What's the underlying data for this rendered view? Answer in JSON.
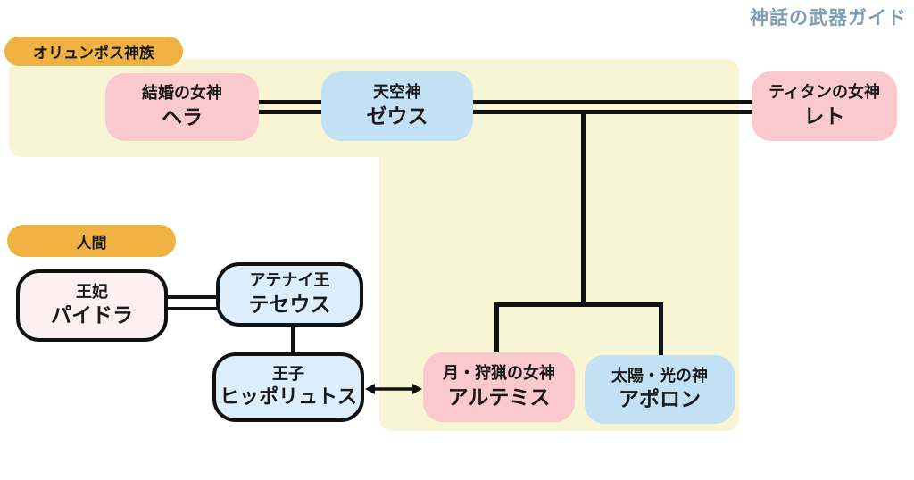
{
  "page": {
    "title": "神話の武器ガイド"
  },
  "groups": {
    "olympus": {
      "label": "オリュンポス神族"
    },
    "human": {
      "label": "人間"
    }
  },
  "persons": {
    "hera": {
      "role": "結婚の女神",
      "name": "ヘラ"
    },
    "zeus": {
      "role": "天空神",
      "name": "ゼウス"
    },
    "leto": {
      "role": "ティタンの女神",
      "name": "レト"
    },
    "phaedra": {
      "role": "王妃",
      "name": "パイドラ"
    },
    "theseus": {
      "role": "アテナイ王",
      "name": "テセウス"
    },
    "hippolytus": {
      "role": "王子",
      "name": "ヒッポリュトス"
    },
    "artemis": {
      "role": "月・狩猟の女神",
      "name": "アルテミス"
    },
    "apollo": {
      "role": "太陽・光の神",
      "name": "アポロン"
    }
  },
  "relations": [
    {
      "type": "marriage",
      "between": [
        "hera",
        "zeus"
      ]
    },
    {
      "type": "marriage",
      "between": [
        "zeus",
        "leto"
      ]
    },
    {
      "type": "parent-child",
      "parents": [
        "zeus",
        "leto"
      ],
      "children": [
        "artemis",
        "apollo"
      ]
    },
    {
      "type": "marriage",
      "between": [
        "phaedra",
        "theseus"
      ]
    },
    {
      "type": "parent-child",
      "parents": [
        "theseus"
      ],
      "children": [
        "hippolytus"
      ]
    },
    {
      "type": "bidirectional-relation",
      "between": [
        "hippolytus",
        "artemis"
      ]
    }
  ],
  "colors": {
    "badge_orange": "#efb141",
    "god_pink": "#f9c9ce",
    "god_blue": "#c3e1f5",
    "human_pink": "#fdf0f3",
    "human_blue": "#dcedfb",
    "background_yellow": "#f7f5d3",
    "title_blue_gray": "#7d9cb8",
    "line_black": "#111111"
  }
}
